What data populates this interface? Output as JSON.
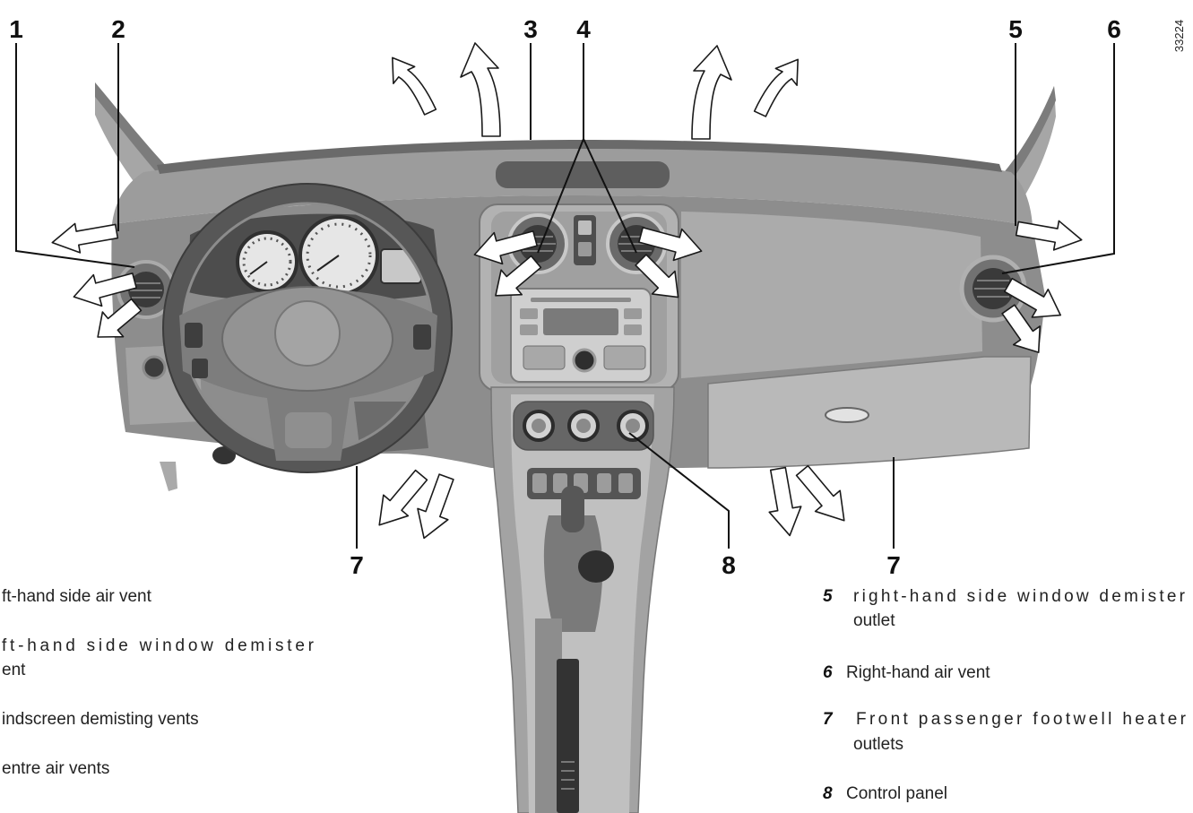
{
  "figure": {
    "code": "33224",
    "callouts": [
      "1",
      "2",
      "3",
      "4",
      "5",
      "6",
      "7",
      "8",
      "7"
    ],
    "legend_left": [
      [
        "ft-hand side air vent"
      ],
      [
        "ft-hand side window demister",
        "ent"
      ],
      [
        "indscreen demisting vents"
      ],
      [
        "entre air vents"
      ]
    ],
    "legend_right": [
      {
        "num": "5",
        "lines": [
          "right-hand side window demister",
          "outlet"
        ]
      },
      {
        "num": "6",
        "lines": [
          "Right-hand air vent"
        ]
      },
      {
        "num": "7",
        "lines": [
          "Front passenger footwell heater",
          "outlets"
        ]
      },
      {
        "num": "8",
        "lines": [
          "Control panel"
        ]
      }
    ]
  }
}
